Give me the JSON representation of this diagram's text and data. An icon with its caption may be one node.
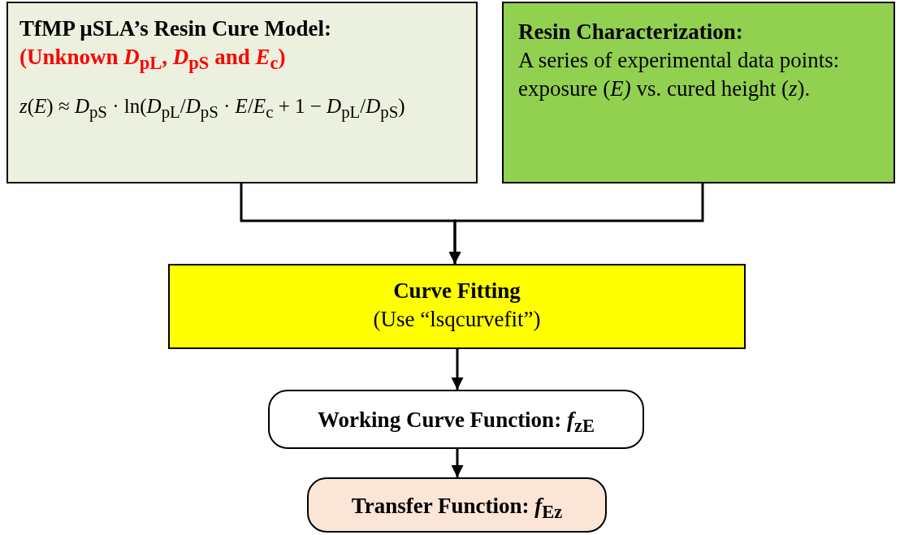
{
  "diagram": {
    "nodes": [
      {
        "text": [
          "TfMP µSLA’s Resin Cure Model:",
          "(Unknown *D*$_{pL}$, *D*$_{pS}$ and *E*$_{c}$)",
          "*z*(*E*) ≈ *D*$_{pS}$ · ln(*D*$_{pL}$/*D*$_{pS}$ · *E*/*E*$_{c}$ + 1 − *D*$_{pL}$/*D*$_{pS}$)"
        ]
      },
      {
        "text": [
          "Resin Characterization:",
          "A series of experimental data points: exposure (*E)* vs. cured height (*z*)."
        ]
      },
      {
        "text": [
          "Curve Fitting",
          "(Use “lsqcurvefit”)"
        ]
      },
      {
        "text": [
          "Working Curve Function: *f*$_{zE}$"
        ]
      },
      {
        "text": [
          "Transfer Function: *f*$_{Ez}$"
        ]
      }
    ],
    "edges": [
      {
        "from": 0,
        "to": 2,
        "arrow": "to"
      },
      {
        "from": 1,
        "to": 2,
        "arrow": "to"
      },
      {
        "from": 2,
        "to": 3,
        "arrow": "to"
      },
      {
        "from": 3,
        "to": 4,
        "arrow": "to"
      }
    ]
  }
}
